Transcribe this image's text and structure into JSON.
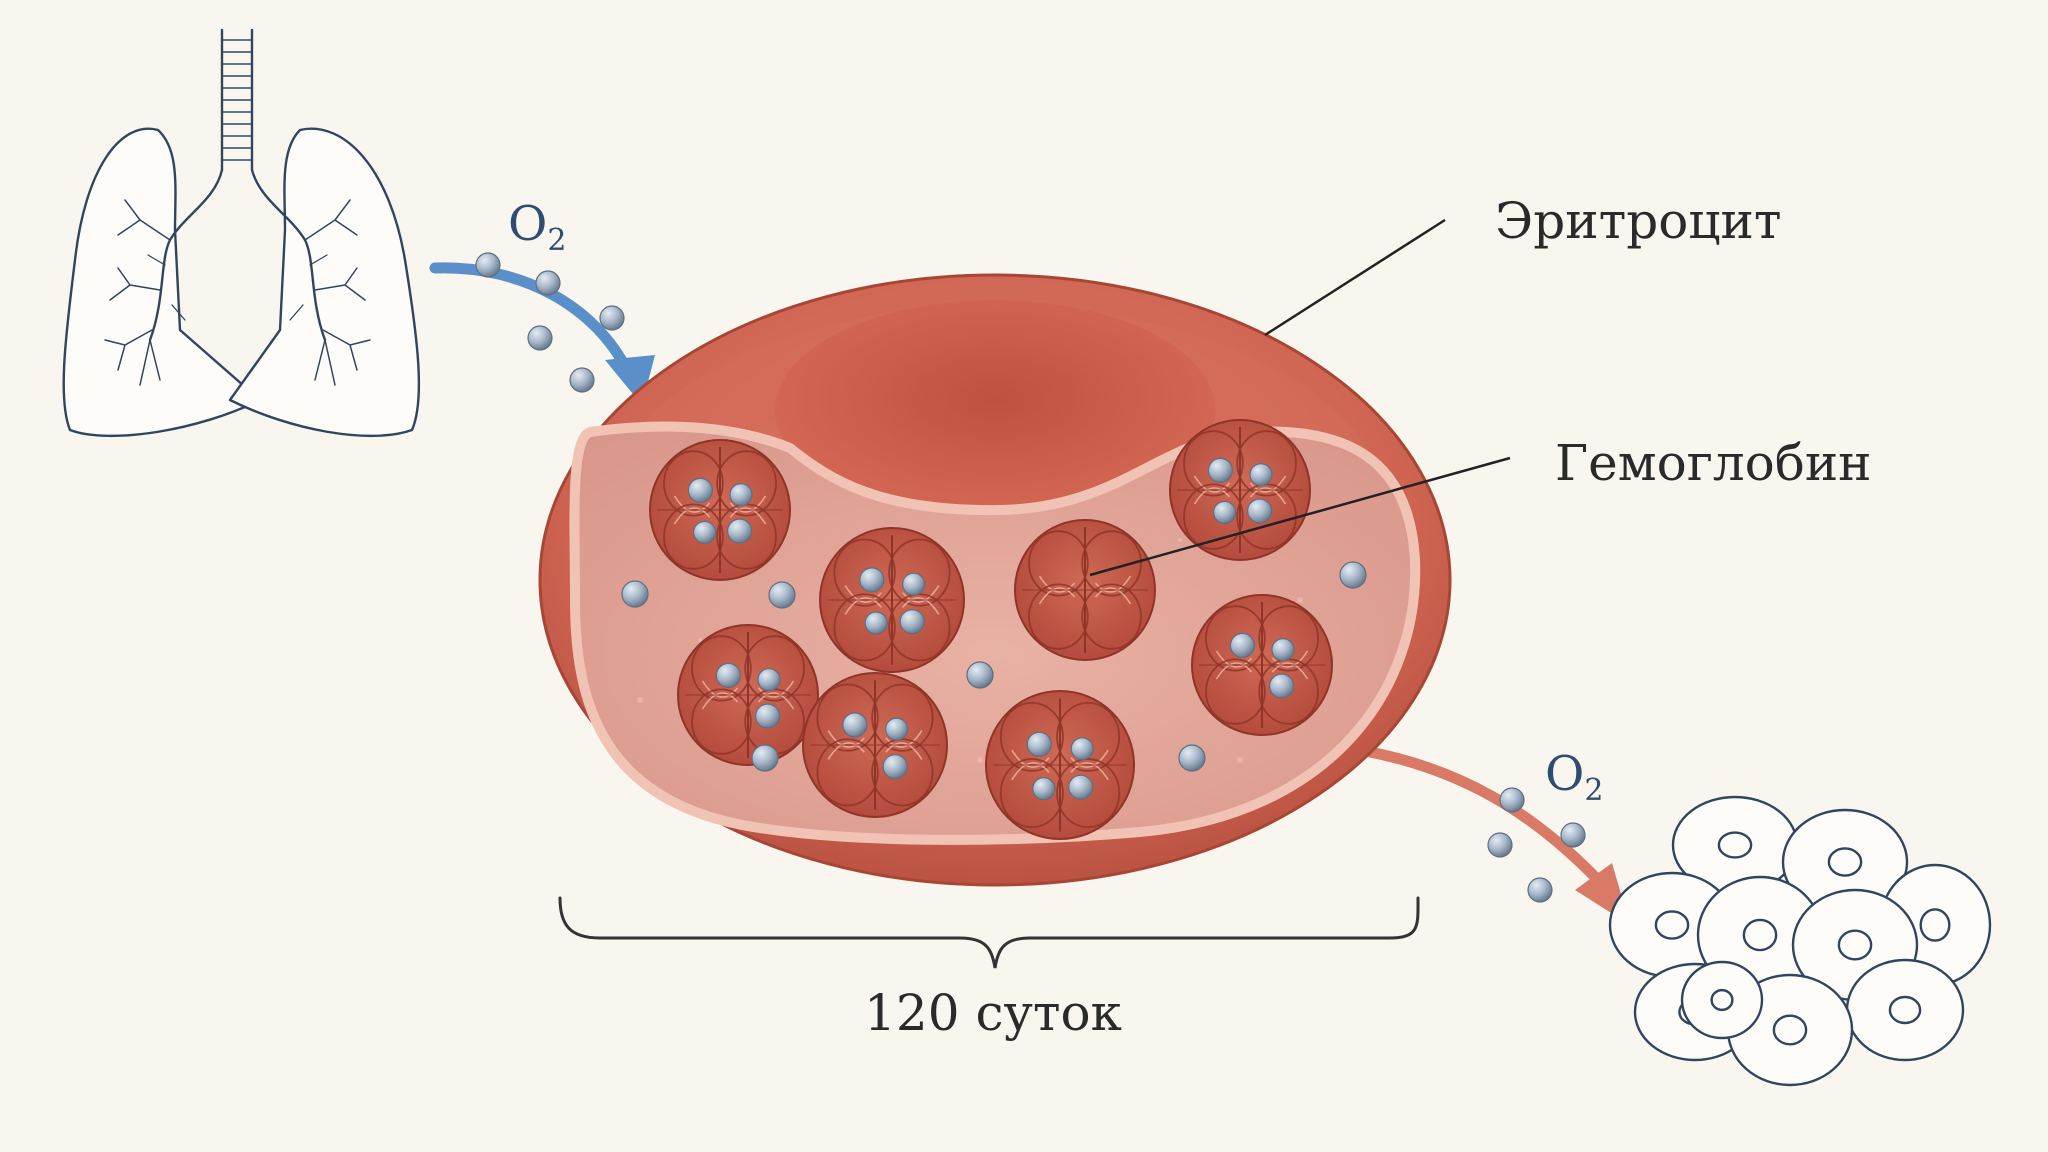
{
  "labels": {
    "erythrocyte": "Эритроцит",
    "hemoglobin": "Гемоглобин",
    "lifespan": "120 суток"
  },
  "oxygen": {
    "in": {
      "base": "O",
      "sub": "2"
    },
    "out": {
      "base": "O",
      "sub": "2"
    }
  },
  "colors": {
    "background": "#f9f6f0",
    "cell_outer": "#cf6452",
    "cell_inner": "#e2a89a",
    "oxygen_in_arrow": "#5b8fc9",
    "oxygen_out_arrow": "#d97a66",
    "line_art": "#2f4660",
    "o2_text": "#2f4d70"
  },
  "icons": [
    "lungs-icon",
    "tissue-cells-icon"
  ]
}
